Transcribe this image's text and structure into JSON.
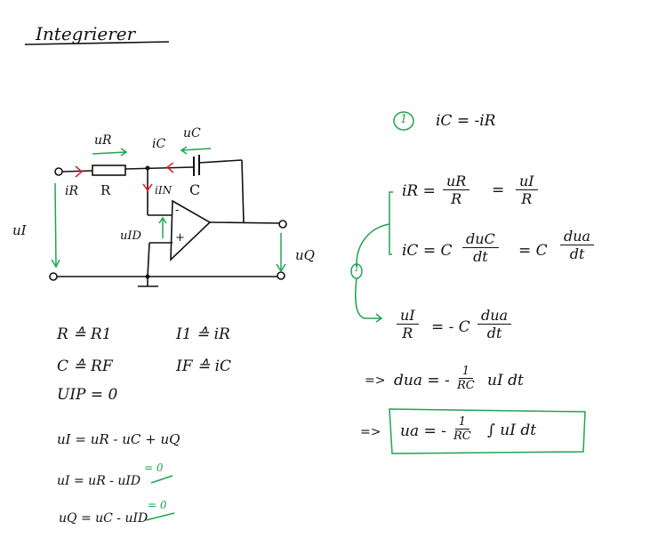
{
  "title": "Integrierer",
  "circuit": {
    "u_R": "uR",
    "i_C": "iC",
    "u_C": "uC",
    "i_R": "iR",
    "R": "R",
    "i_IN": "iIN",
    "C": "C",
    "minus": "-",
    "plus": "+",
    "u_ID": "uID",
    "u_I": "uI",
    "u_Q": "uQ"
  },
  "left_equations": {
    "eq1": "R ≙ R1",
    "eq2": "I1 ≙ iR",
    "eq3": "C ≙ RF",
    "eq4": "IF ≙ iC",
    "eq5": "UIP = 0",
    "mesh1": "uI = uR - uC + uQ",
    "mesh2": "uI = uR - uID",
    "mesh2_note": "= 0",
    "mesh3": "uQ = uC - uID",
    "mesh3_note": "= 0"
  },
  "right_equations": {
    "marker": "1",
    "kcl": "iC = -iR",
    "iR_lhs": "iR =",
    "iR_num1": "uR",
    "iR_den1": "R",
    "eq_sign": "=",
    "iR_num2": "uI",
    "iR_den2": "R",
    "iC_lhs": "iC = C",
    "iC_num1": "duC",
    "iC_den1": "dt",
    "iC_mid": "= C",
    "iC_num2": "dua",
    "iC_den2": "dt",
    "sub_marker": "1",
    "comb_num": "uI",
    "comb_den": "R",
    "comb_mid": "= - C",
    "comb_num2": "dua",
    "comb_den2": "dt",
    "step1_arrow": "=>",
    "step1_lhs": "dua = -",
    "step1_num": "1",
    "step1_den": "RC",
    "step1_rhs": "uI dt",
    "result_arrow": "=>",
    "result_lhs": "ua = -",
    "result_num": "1",
    "result_den": "RC",
    "result_rhs": "∫ uI dt"
  },
  "colors": {
    "ink": "#111111",
    "green": "#22a352",
    "red": "#e8202a"
  }
}
